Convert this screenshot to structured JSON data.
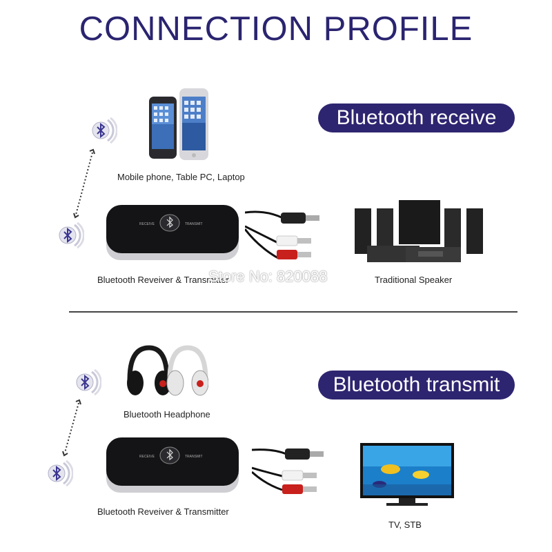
{
  "title": "CONNECTION PROFILE",
  "watermark": "Store No: 820088",
  "receive": {
    "badge": "Bluetooth receive",
    "source_label": "Mobile phone, Table PC, Laptop",
    "device_label": "Bluetooth  Reveiver  &  Transmitter",
    "output_label": "Traditional Speaker"
  },
  "transmit": {
    "badge": "Bluetooth transmit",
    "source_label": "Bluetooth  Headphone",
    "device_label": "Bluetooth  Reveiver  &  Transmitter",
    "output_label": "TV, STB"
  },
  "device": {
    "left_text": "RECEIVE",
    "right_text": "TRANSMIT"
  },
  "icons": [
    "bluetooth-icon",
    "phone-icon",
    "headphone-icon",
    "speaker-icon",
    "tv-icon",
    "audio-cable-icon"
  ],
  "colors": {
    "brand": "#2e2570",
    "title": "#2a2470",
    "bluetooth": "#3a3590"
  }
}
